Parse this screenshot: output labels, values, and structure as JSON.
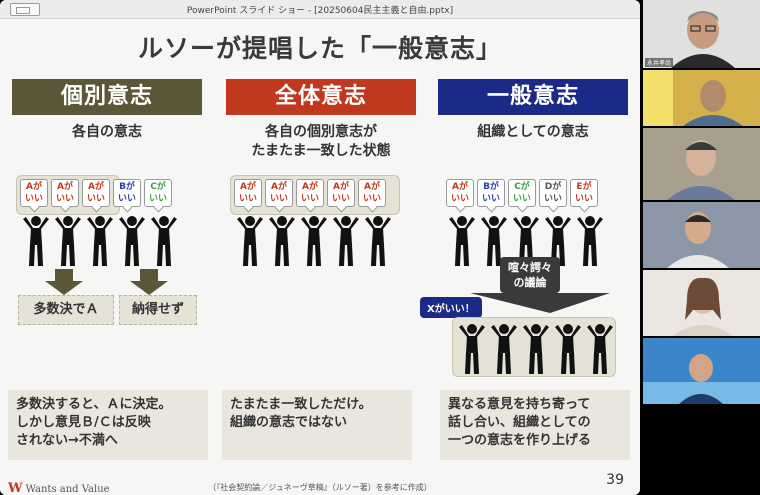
{
  "window": {
    "title": "PowerPoint スライド ショー - [20250604民主主義と自由.pptx]"
  },
  "slide": {
    "title": "ルソーが提唱した「一般意志」",
    "columns": [
      {
        "header": "個別意志",
        "subtitle": "各自の意志"
      },
      {
        "header": "全体意志",
        "subtitle": "各自の個別意志が\nたまたま一致した状態"
      },
      {
        "header": "一般意志",
        "subtitle": "組織としての意志"
      }
    ],
    "col1_bubbles": [
      {
        "line1": "Aが",
        "line2": "いい",
        "color": "#c0391e"
      },
      {
        "line1": "Aが",
        "line2": "いい",
        "color": "#c0391e"
      },
      {
        "line1": "Aが",
        "line2": "いい",
        "color": "#c0391e"
      },
      {
        "line1": "Bが",
        "line2": "いい",
        "color": "#2a3fb0"
      },
      {
        "line1": "Cが",
        "line2": "いい",
        "color": "#3aa043"
      }
    ],
    "col2_bubbles": [
      {
        "line1": "Aが",
        "line2": "いい",
        "color": "#c0391e"
      },
      {
        "line1": "Aが",
        "line2": "いい",
        "color": "#c0391e"
      },
      {
        "line1": "Aが",
        "line2": "いい",
        "color": "#c0391e"
      },
      {
        "line1": "Aが",
        "line2": "いい",
        "color": "#c0391e"
      },
      {
        "line1": "Aが",
        "line2": "いい",
        "color": "#c0391e"
      }
    ],
    "col3_bubbles": [
      {
        "line1": "Aが",
        "line2": "いい",
        "color": "#c0391e"
      },
      {
        "line1": "Bが",
        "line2": "いい",
        "color": "#2a3fb0"
      },
      {
        "line1": "Cが",
        "line2": "いい",
        "color": "#3aa043"
      },
      {
        "line1": "Dが",
        "line2": "いい",
        "color": "#555555"
      },
      {
        "line1": "Eが",
        "line2": "いい",
        "color": "#c0391e"
      }
    ],
    "col1_results": {
      "left": "多数決でＡ",
      "right": "納得せず"
    },
    "col3_callouts": {
      "x": "Xがいい！",
      "discuss": "喧々諤々\nの議論"
    },
    "bottom": [
      "多数決すると、Ａに決定。\nしかし意見Ｂ/Ｃは反映\nされない→不満へ",
      "たまたま一致しただけ。\n組織の意志ではない",
      "異なる意見を持ち寄って\n話し合い、組織としての\n一つの意志を作り上げる"
    ],
    "logo": "Wants and Value",
    "footer_note": "（『社会契約論／ジュネーヴ草稿』（ルソー著）を参考に作成）",
    "page_number": "39"
  },
  "participants": [
    {
      "name": "永井孝尚"
    },
    {
      "name": ""
    },
    {
      "name": ""
    },
    {
      "name": ""
    },
    {
      "name": ""
    },
    {
      "name": ""
    }
  ],
  "colors": {
    "olive": "#5b5638",
    "red": "#c0391e",
    "blue": "#1b2a86"
  }
}
